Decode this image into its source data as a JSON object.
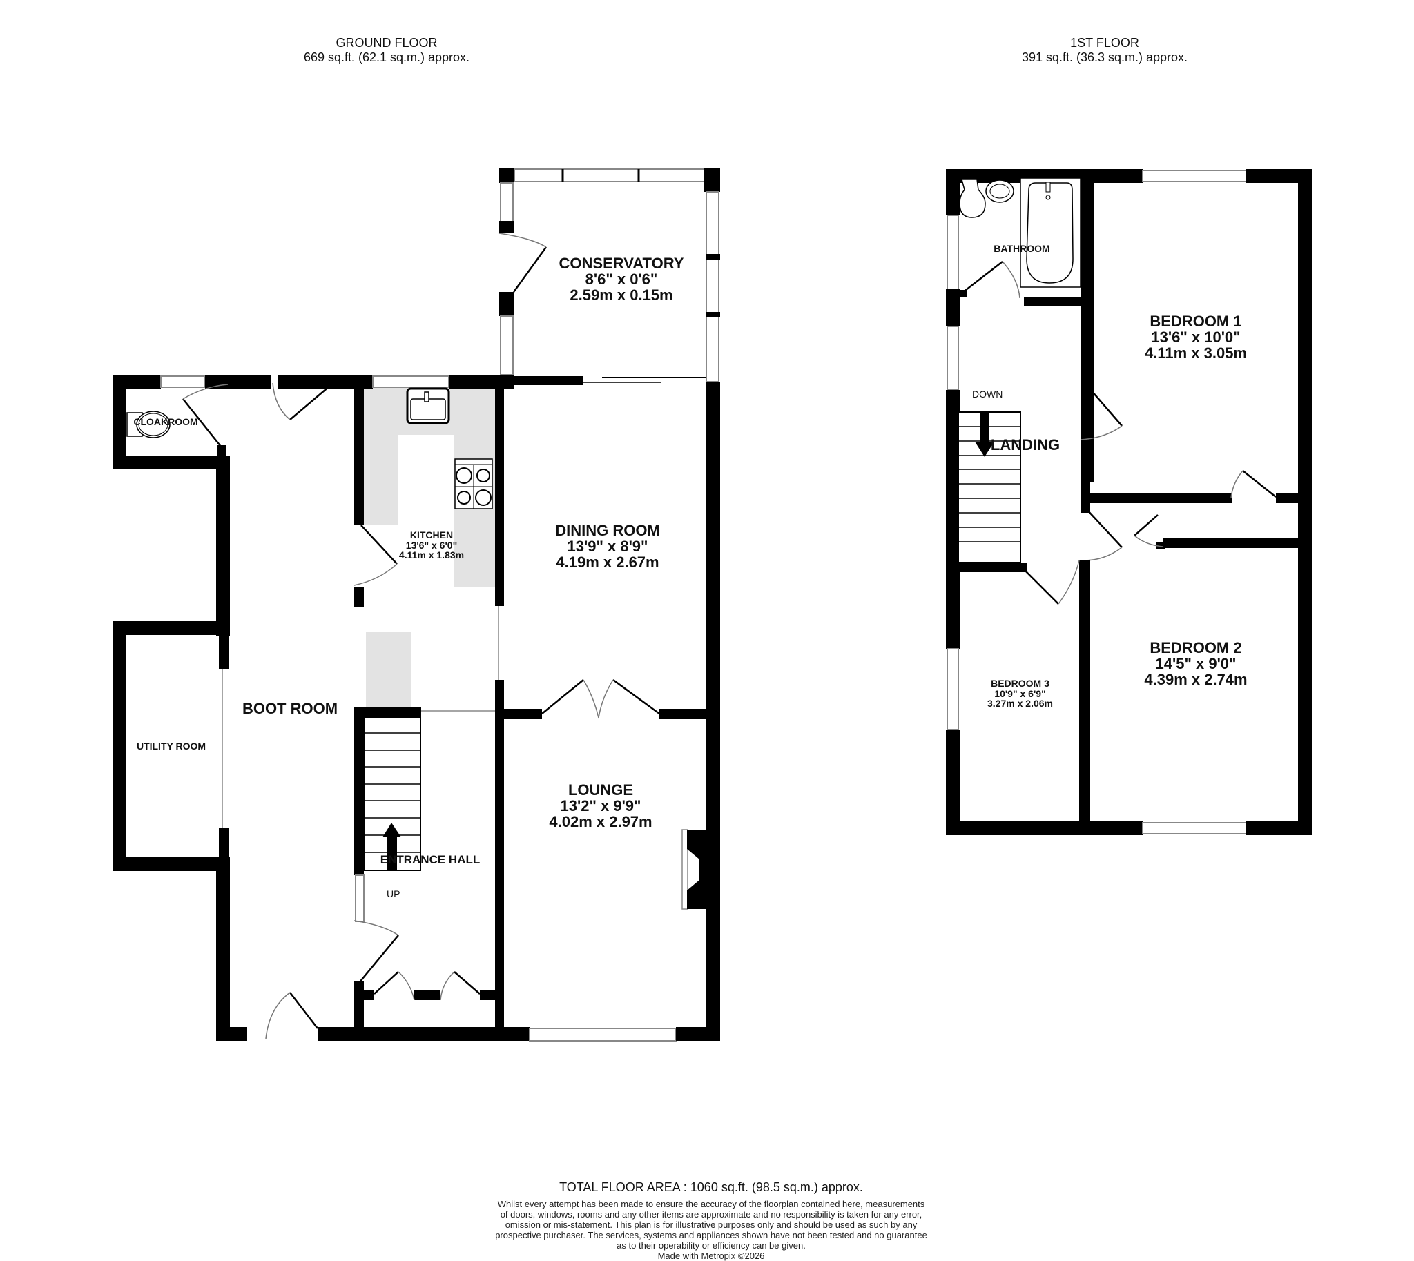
{
  "ground_floor": {
    "title": "GROUND FLOOR",
    "area": "669 sq.ft. (62.1 sq.m.) approx.",
    "rooms": {
      "conservatory": {
        "name": "CONSERVATORY",
        "dim_imperial": "8'6\"  x 0'6\"",
        "dim_metric": "2.59m  x 0.15m"
      },
      "kitchen": {
        "name": "KITCHEN",
        "dim_imperial": "13'6\"  x 6'0\"",
        "dim_metric": "4.11m  x 1.83m"
      },
      "dining_room": {
        "name": "DINING ROOM",
        "dim_imperial": "13'9\"  x 8'9\"",
        "dim_metric": "4.19m  x 2.67m"
      },
      "lounge": {
        "name": "LOUNGE",
        "dim_imperial": "13'2\"  x 9'9\"",
        "dim_metric": "4.02m  x 2.97m"
      },
      "boot_room": {
        "name": "BOOT ROOM"
      },
      "utility_room": {
        "name": "UTILITY ROOM"
      },
      "cloakroom": {
        "name": "CLOAKROOM"
      },
      "entrance_hall": {
        "name": "ENTRANCE HALL"
      }
    },
    "stair_label": "UP"
  },
  "first_floor": {
    "title": "1ST FLOOR",
    "area": "391 sq.ft. (36.3 sq.m.) approx.",
    "rooms": {
      "bathroom": {
        "name": "BATHROOM"
      },
      "landing": {
        "name": "LANDING"
      },
      "bedroom1": {
        "name": "BEDROOM 1",
        "dim_imperial": "13'6\"  x 10'0\"",
        "dim_metric": "4.11m  x 3.05m"
      },
      "bedroom2": {
        "name": "BEDROOM 2",
        "dim_imperial": "14'5\"  x 9'0\"",
        "dim_metric": "4.39m  x 2.74m"
      },
      "bedroom3": {
        "name": "BEDROOM 3",
        "dim_imperial": "10'9\"  x 6'9\"",
        "dim_metric": "3.27m  x 2.06m"
      }
    },
    "stair_label": "DOWN"
  },
  "footer": {
    "total_area": "TOTAL FLOOR AREA : 1060 sq.ft. (98.5 sq.m.) approx.",
    "disclaimer_lines": [
      "Whilst every attempt has been made to ensure the accuracy of the floorplan contained here, measurements",
      "of doors, windows, rooms and any other items are approximate and no responsibility is taken for any error,",
      "omission or mis-statement. This plan is for illustrative purposes only and should be used as such by any",
      "prospective purchaser. The services, systems and appliances shown have not been tested and no guarantee",
      "as to their operability or efficiency can be given."
    ],
    "credit": "Made with Metropix ©2026"
  },
  "colors": {
    "wall": "#000000",
    "counter": "#e3e3e3",
    "window": "#888888",
    "background": "#ffffff"
  }
}
